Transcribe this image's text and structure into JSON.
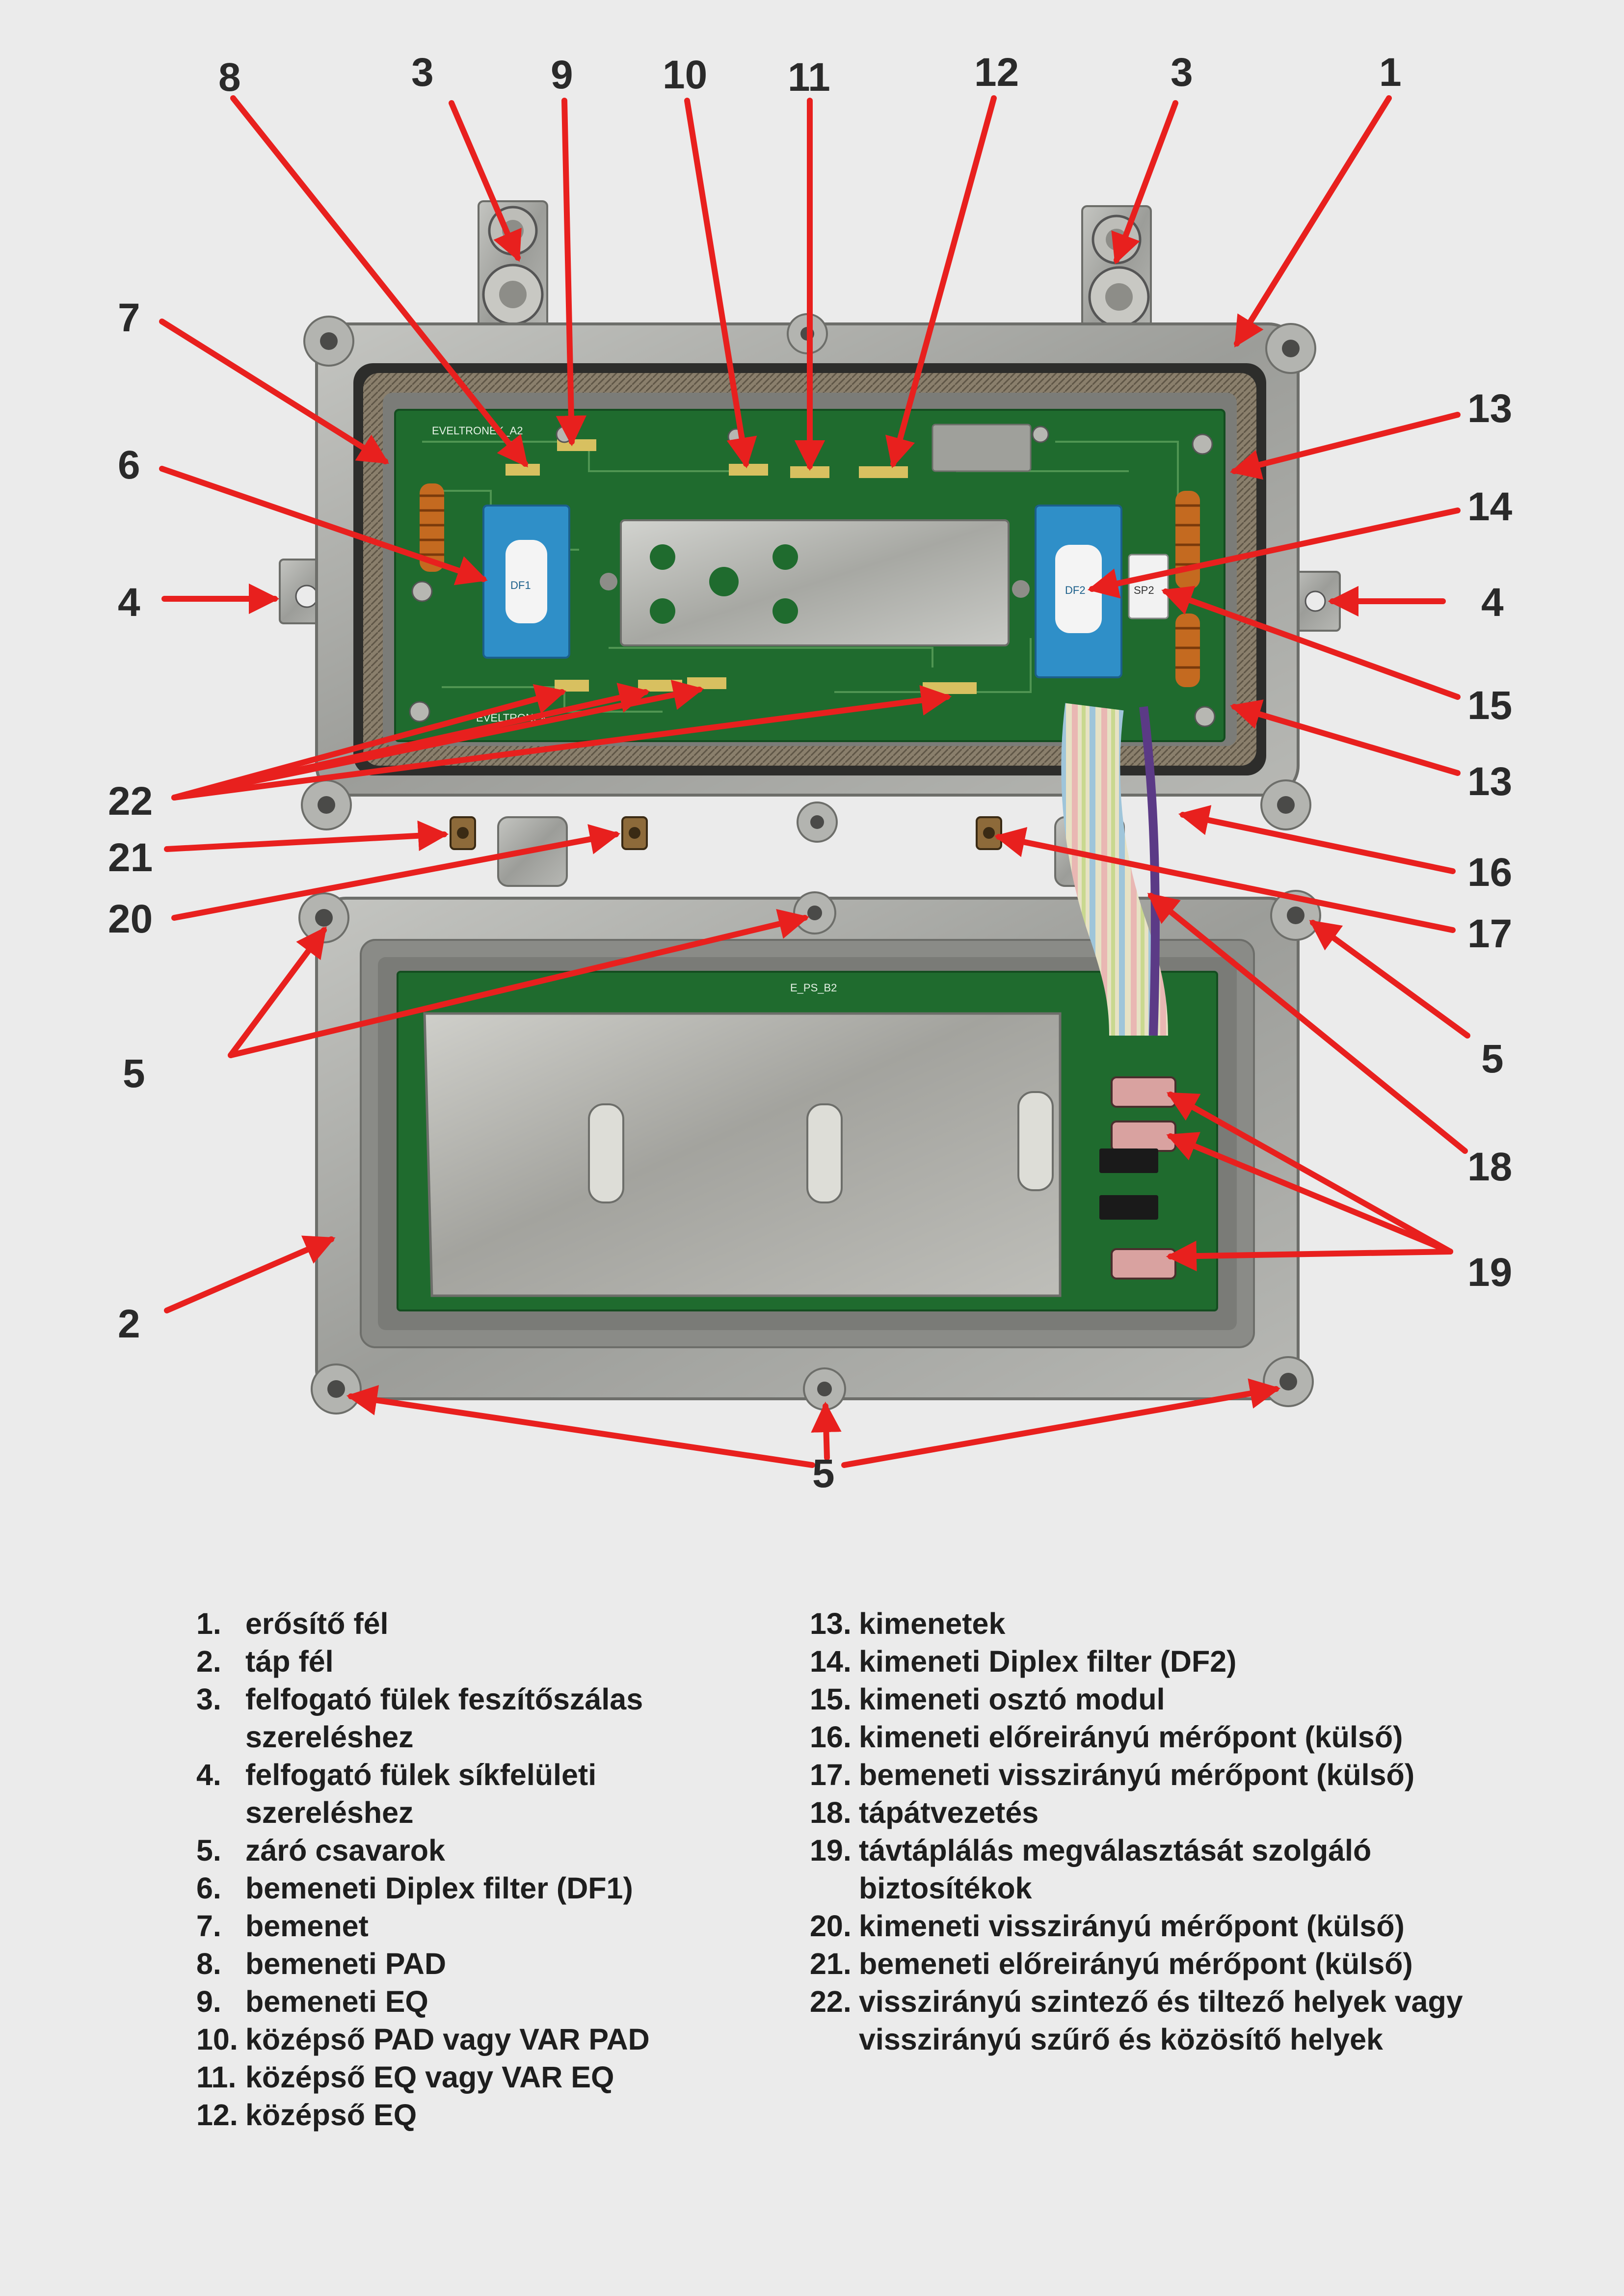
{
  "callouts": {
    "n1": "1",
    "n2": "2",
    "n3a": "3",
    "n3b": "3",
    "n4a": "4",
    "n4b": "4",
    "n5a": "5",
    "n5b": "5",
    "n5c": "5",
    "n6": "6",
    "n7": "7",
    "n8": "8",
    "n9": "9",
    "n10": "10",
    "n11": "11",
    "n12": "12",
    "n13a": "13",
    "n13b": "13",
    "n14": "14",
    "n15": "15",
    "n16": "16",
    "n17": "17",
    "n18": "18",
    "n19": "19",
    "n20": "20",
    "n21": "21",
    "n22": "22"
  },
  "pcb_labels": {
    "top_board": "EVELTRONEK_A2",
    "bottom_board": "E_PS_B2",
    "df1": "DF1",
    "df2": "DF2",
    "sp2": "SP2",
    "maker": "EVELTRONEK"
  },
  "legend_left": [
    {
      "num": "1.",
      "text": "erősítő fél"
    },
    {
      "num": "2.",
      "text": "táp fél"
    },
    {
      "num": "3.",
      "text": "felfogató fülek feszítőszálas szereléshez"
    },
    {
      "num": "4.",
      "text": "felfogató fülek síkfelületi szereléshez"
    },
    {
      "num": "5.",
      "text": "záró csavarok"
    },
    {
      "num": "6.",
      "text": "bemeneti Diplex filter (DF1)"
    },
    {
      "num": "7.",
      "text": "bemenet"
    },
    {
      "num": "8.",
      "text": "bemeneti PAD"
    },
    {
      "num": "9.",
      "text": "bemeneti EQ"
    },
    {
      "num": "10.",
      "text": "középső PAD vagy VAR PAD"
    },
    {
      "num": "11.",
      "text": "középső EQ vagy VAR EQ"
    },
    {
      "num": "12.",
      "text": "középső EQ"
    }
  ],
  "legend_right": [
    {
      "num": "13.",
      "text": "kimenetek"
    },
    {
      "num": "14.",
      "text": "kimeneti Diplex filter (DF2)"
    },
    {
      "num": "15.",
      "text": "kimeneti osztó modul"
    },
    {
      "num": "16.",
      "text": "kimeneti előreirányú mérőpont (külső)"
    },
    {
      "num": "17.",
      "text": "bemeneti visszirányú mérőpont (külső)"
    },
    {
      "num": "18.",
      "text": "tápátvezetés"
    },
    {
      "num": "19.",
      "text": "távtáplálás megválasztását szolgáló biztosítékok"
    },
    {
      "num": "20.",
      "text": "kimeneti visszirányú mérőpont (külső)"
    },
    {
      "num": "21.",
      "text": "bemeneti előreirányú mérőpont (külső)"
    },
    {
      "num": "22.",
      "text": "visszirányú szintező és tiltező helyek vagy visszirányú szűrő és közösítő helyek"
    }
  ],
  "colors": {
    "arrow": "#e8201e",
    "pcb": "#1f6b2e",
    "housing": "#a9aaa6",
    "diplex": "#2f8fc8",
    "background": "#ebebeb"
  }
}
